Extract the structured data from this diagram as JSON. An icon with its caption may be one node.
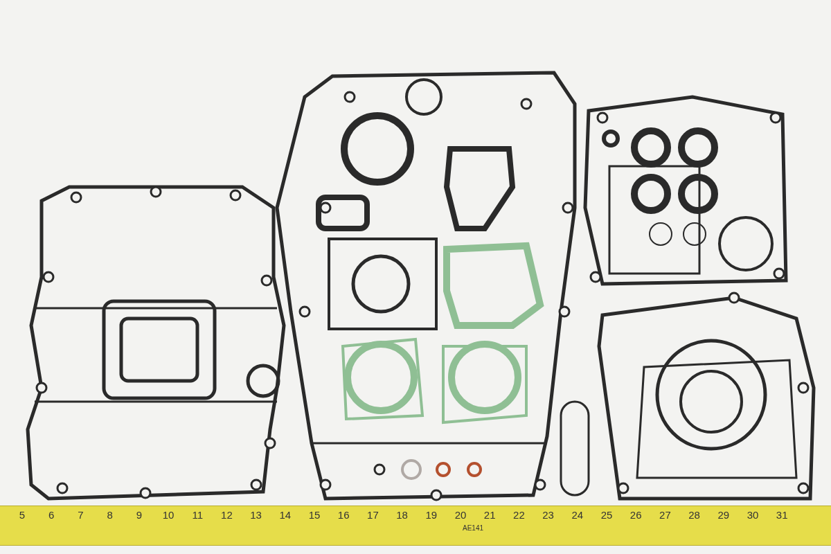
{
  "diagram": {
    "labels": [
      "5",
      "6",
      "7",
      "8",
      "9",
      "10",
      "11",
      "12",
      "13",
      "14",
      "15",
      "16",
      "17",
      "18",
      "19",
      "20",
      "21",
      "22",
      "23",
      "24",
      "25",
      "26",
      "27",
      "28",
      "29",
      "30",
      "31",
      "AE141"
    ]
  }
}
